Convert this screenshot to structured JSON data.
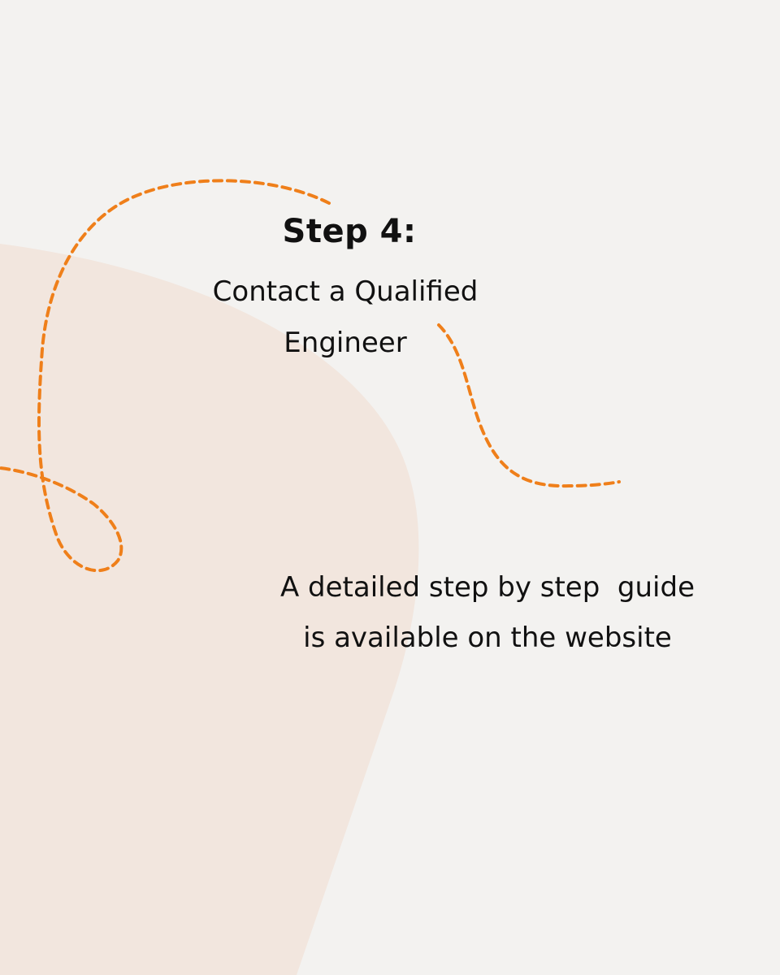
{
  "colors": {
    "background": "#F3F2F0",
    "blob": "#F2E6DE",
    "accent_dashed_line": "#EF7F1A",
    "text": "#111111"
  },
  "step": {
    "title": "Step 4:",
    "subtitle_line1": "Contact a Qualified",
    "subtitle_line2": "Engineer"
  },
  "guide": {
    "line1": "A detailed step by step  guide",
    "line2": "is available on the website"
  }
}
